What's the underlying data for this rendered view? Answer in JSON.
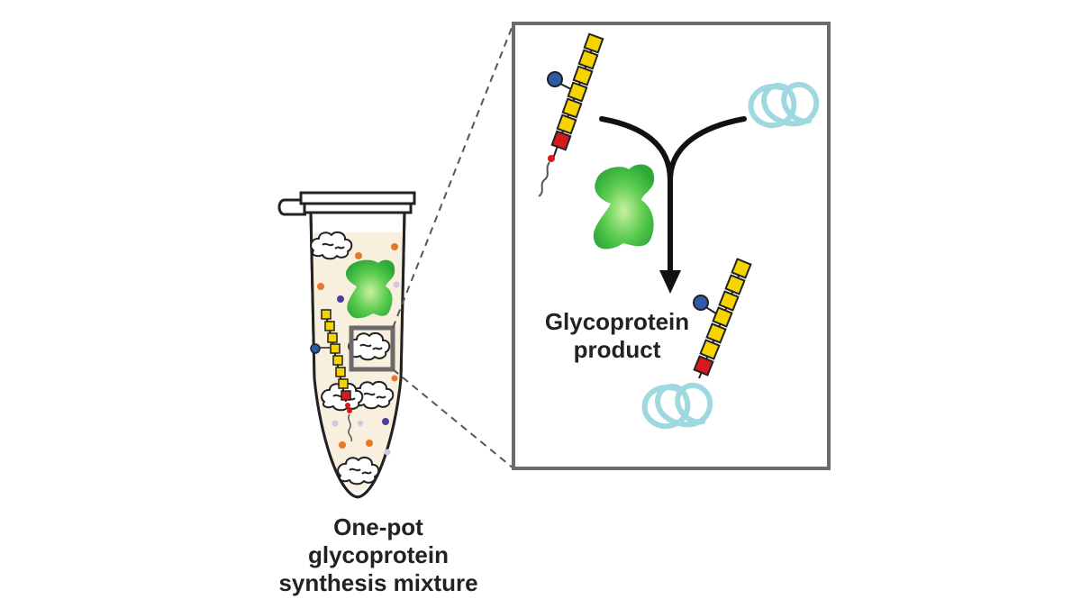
{
  "caption": {
    "line1": "One-pot",
    "line2": "glycoprotein",
    "line3": "synthesis mixture"
  },
  "product_label": {
    "line1": "Glycoprotein",
    "line2": "product"
  },
  "colors": {
    "glycan_square": "#f5d400",
    "glycan_linker_square": "#d8191c",
    "glycan_circle": "#2e5aa8",
    "enzyme": "#45c045",
    "target_protein": "#9fd8de",
    "tube_fill": "#f9efde",
    "outline": "#222222",
    "zoom_frame": "#6b6b6b",
    "dot_orange": "#e6782a",
    "dot_purple": "#4a3f9a",
    "dot_lavender": "#cfc6e8"
  },
  "icons": {
    "tube": "microcentrifuge-tube-icon",
    "enzyme": "enzyme-blob-icon",
    "glycan": "glycan-chain-icon",
    "protein": "protein-coil-icon",
    "arrow": "merge-arrow-icon"
  }
}
